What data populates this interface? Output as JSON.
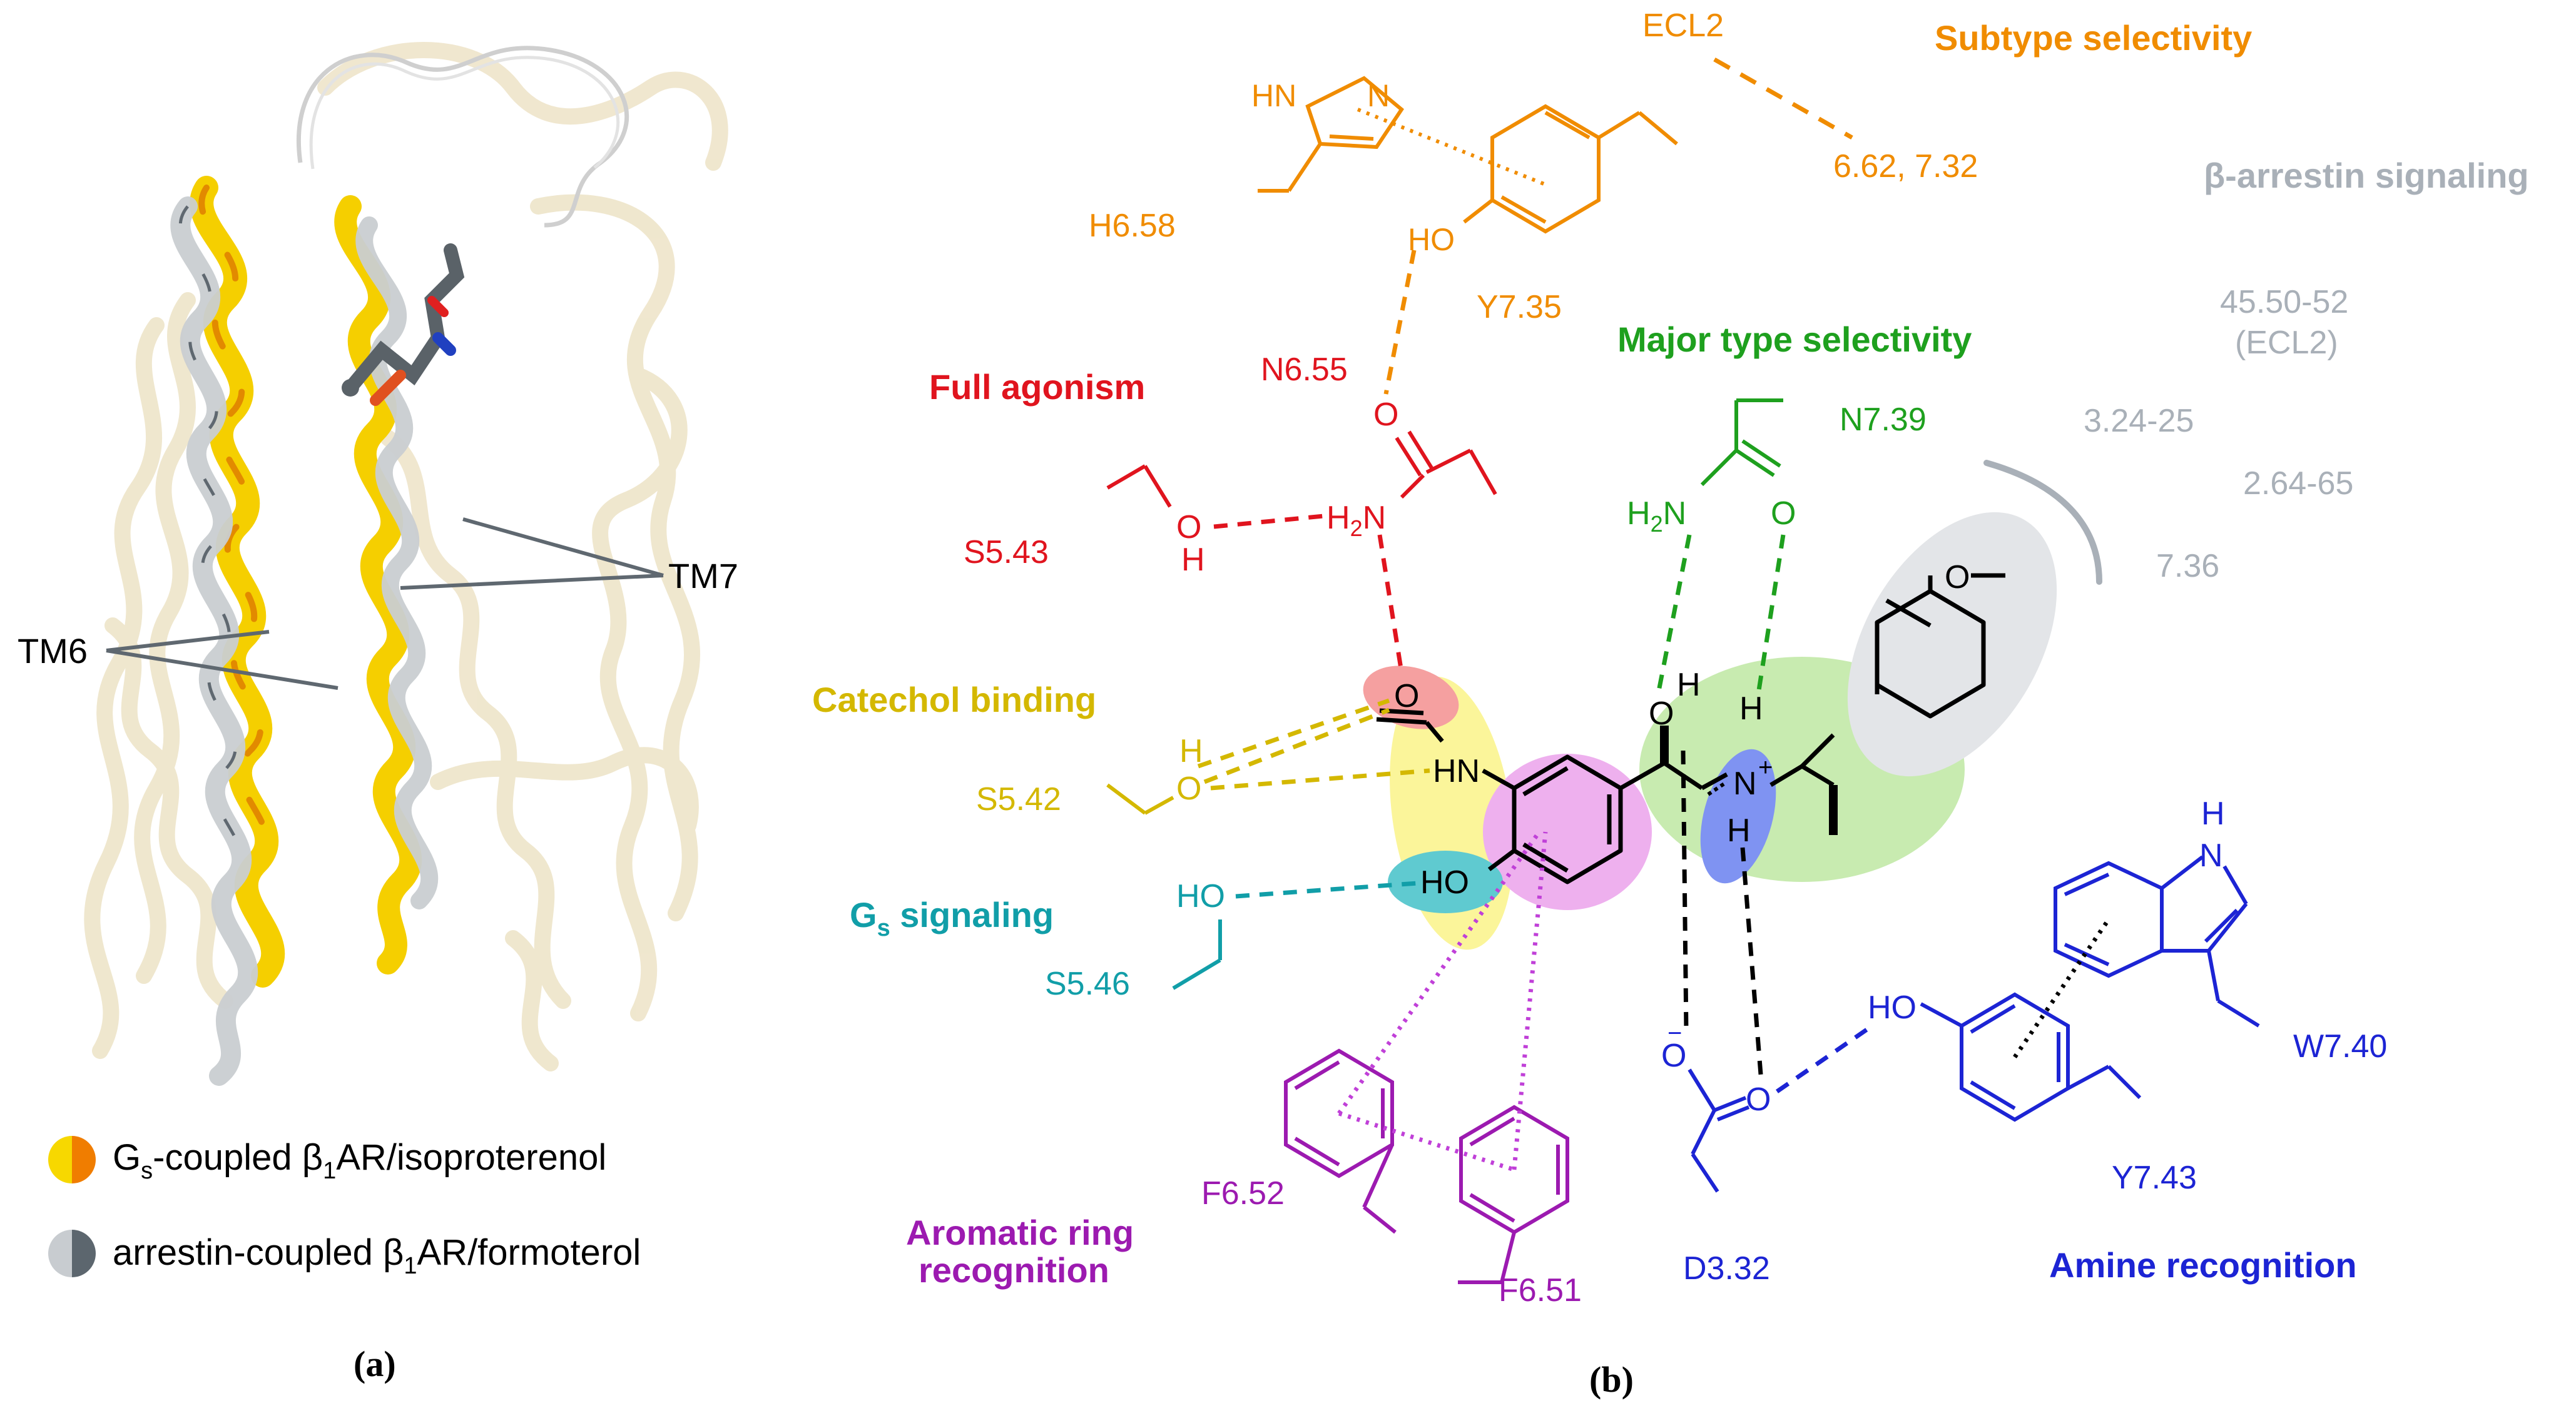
{
  "panel_a": {
    "label": "(a)",
    "tm6": "TM6",
    "tm7": "TM7",
    "legend": [
      {
        "prefix": "G",
        "sub": "s",
        "mid": "-coupled β",
        "sub2": "1",
        "suffix": "AR/isoproterenol",
        "colors": [
          "#f7d800",
          "#f07d00"
        ]
      },
      {
        "prefix": "arrestin-coupled β",
        "sub": "1",
        "suffix": "AR/formoterol",
        "colors": [
          "#c8ccd0",
          "#5c666e"
        ]
      }
    ]
  },
  "panel_b": {
    "label": "(b)",
    "categories": {
      "subtype": {
        "text": "Subtype selectivity",
        "color": "#f08c00"
      },
      "arrestin": {
        "text": "β-arrestin signaling",
        "color": "#a9b0b8"
      },
      "full": {
        "text": "Full agonism",
        "color": "#e0141e"
      },
      "major": {
        "text": "Major type selectivity",
        "color": "#1ea01e"
      },
      "catechol": {
        "text": "Catechol binding",
        "color": "#d4b800"
      },
      "gs_main": "G",
      "gs_sub": "s",
      "gs_rest": " signaling",
      "gs_color": "#119ea8",
      "aromatic1": "Aromatic ring",
      "aromatic2": "recognition",
      "aromatic_color": "#9c1ab0",
      "amine": {
        "text": "Amine recognition",
        "color": "#1c24d4"
      }
    },
    "residues": {
      "ecl2": "ECL2",
      "r662": "6.62, 7.32",
      "h658": "H6.58",
      "y735": "Y7.35",
      "n655": "N6.55",
      "s543": "S5.43",
      "s542": "S5.42",
      "s546": "S5.46",
      "n739": "N7.39",
      "g4550": "45.50-52",
      "g_ecl2": "(ECL2)",
      "g324": "3.24-25",
      "g264": "2.64-65",
      "g736": "7.36",
      "f652": "F6.52",
      "f651": "F6.51",
      "d332": "D3.32",
      "y743": "Y7.43",
      "w740": "W7.40"
    },
    "atoms": {
      "hn": "HN",
      "n": "N",
      "ho": "HO",
      "o": "O",
      "h": "H",
      "h2n": "H",
      "h2n_sub": "2",
      "h2n_n": "N",
      "nh": "N",
      "nplus": "+",
      "hn2": "HN",
      "o_minus": "−",
      "n1h": "N"
    }
  }
}
